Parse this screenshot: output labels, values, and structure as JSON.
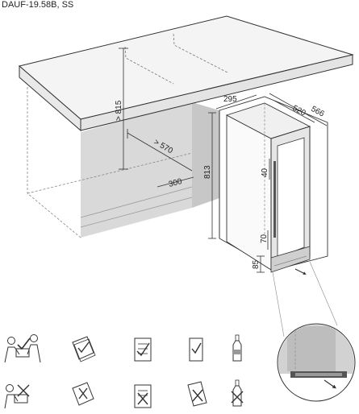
{
  "header": {
    "model": "DAUF-19.58B, SS"
  },
  "dimensions": {
    "niche_height": "> 815",
    "niche_depth": "> 570",
    "niche_width": "300",
    "appliance_height": "813",
    "appliance_width": "295",
    "appliance_depth": "520",
    "door_open_depth": "566",
    "top_gap": "40",
    "handle_gap": "70",
    "plinth_height": "85"
  },
  "icons": {
    "ok_row": [
      "two-person-carry-icon",
      "manual-check-icon",
      "checklist-check-icon",
      "upright-fridge-check-icon",
      "bottle-upright-icon"
    ],
    "not_ok_row": [
      "one-person-carry-icon",
      "manual-cross-icon",
      "checklist-cross-icon",
      "tilted-fridge-cross-icon",
      "bottle-cross-icon"
    ]
  }
}
